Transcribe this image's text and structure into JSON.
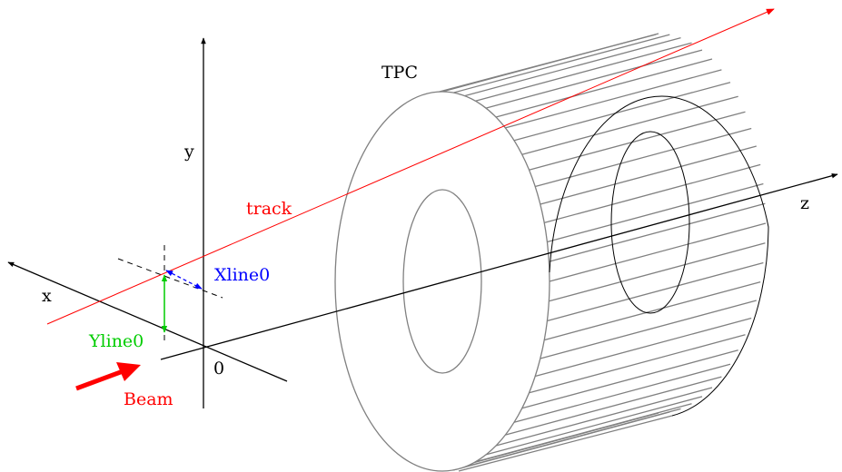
{
  "labels": {
    "tpc": "TPC",
    "y_axis": "y",
    "x_axis": "x",
    "z_axis": "z",
    "origin": "0",
    "track": "track",
    "xline0": "Xline0",
    "yline0": "Yline0",
    "beam": "Beam"
  },
  "colors": {
    "axes": "#000000",
    "track": "#ff0000",
    "beam": "#ff0000",
    "xline0": "#0000ff",
    "yline0": "#00cc00",
    "tpc_outline": "#808080",
    "back_face": "#000000"
  }
}
